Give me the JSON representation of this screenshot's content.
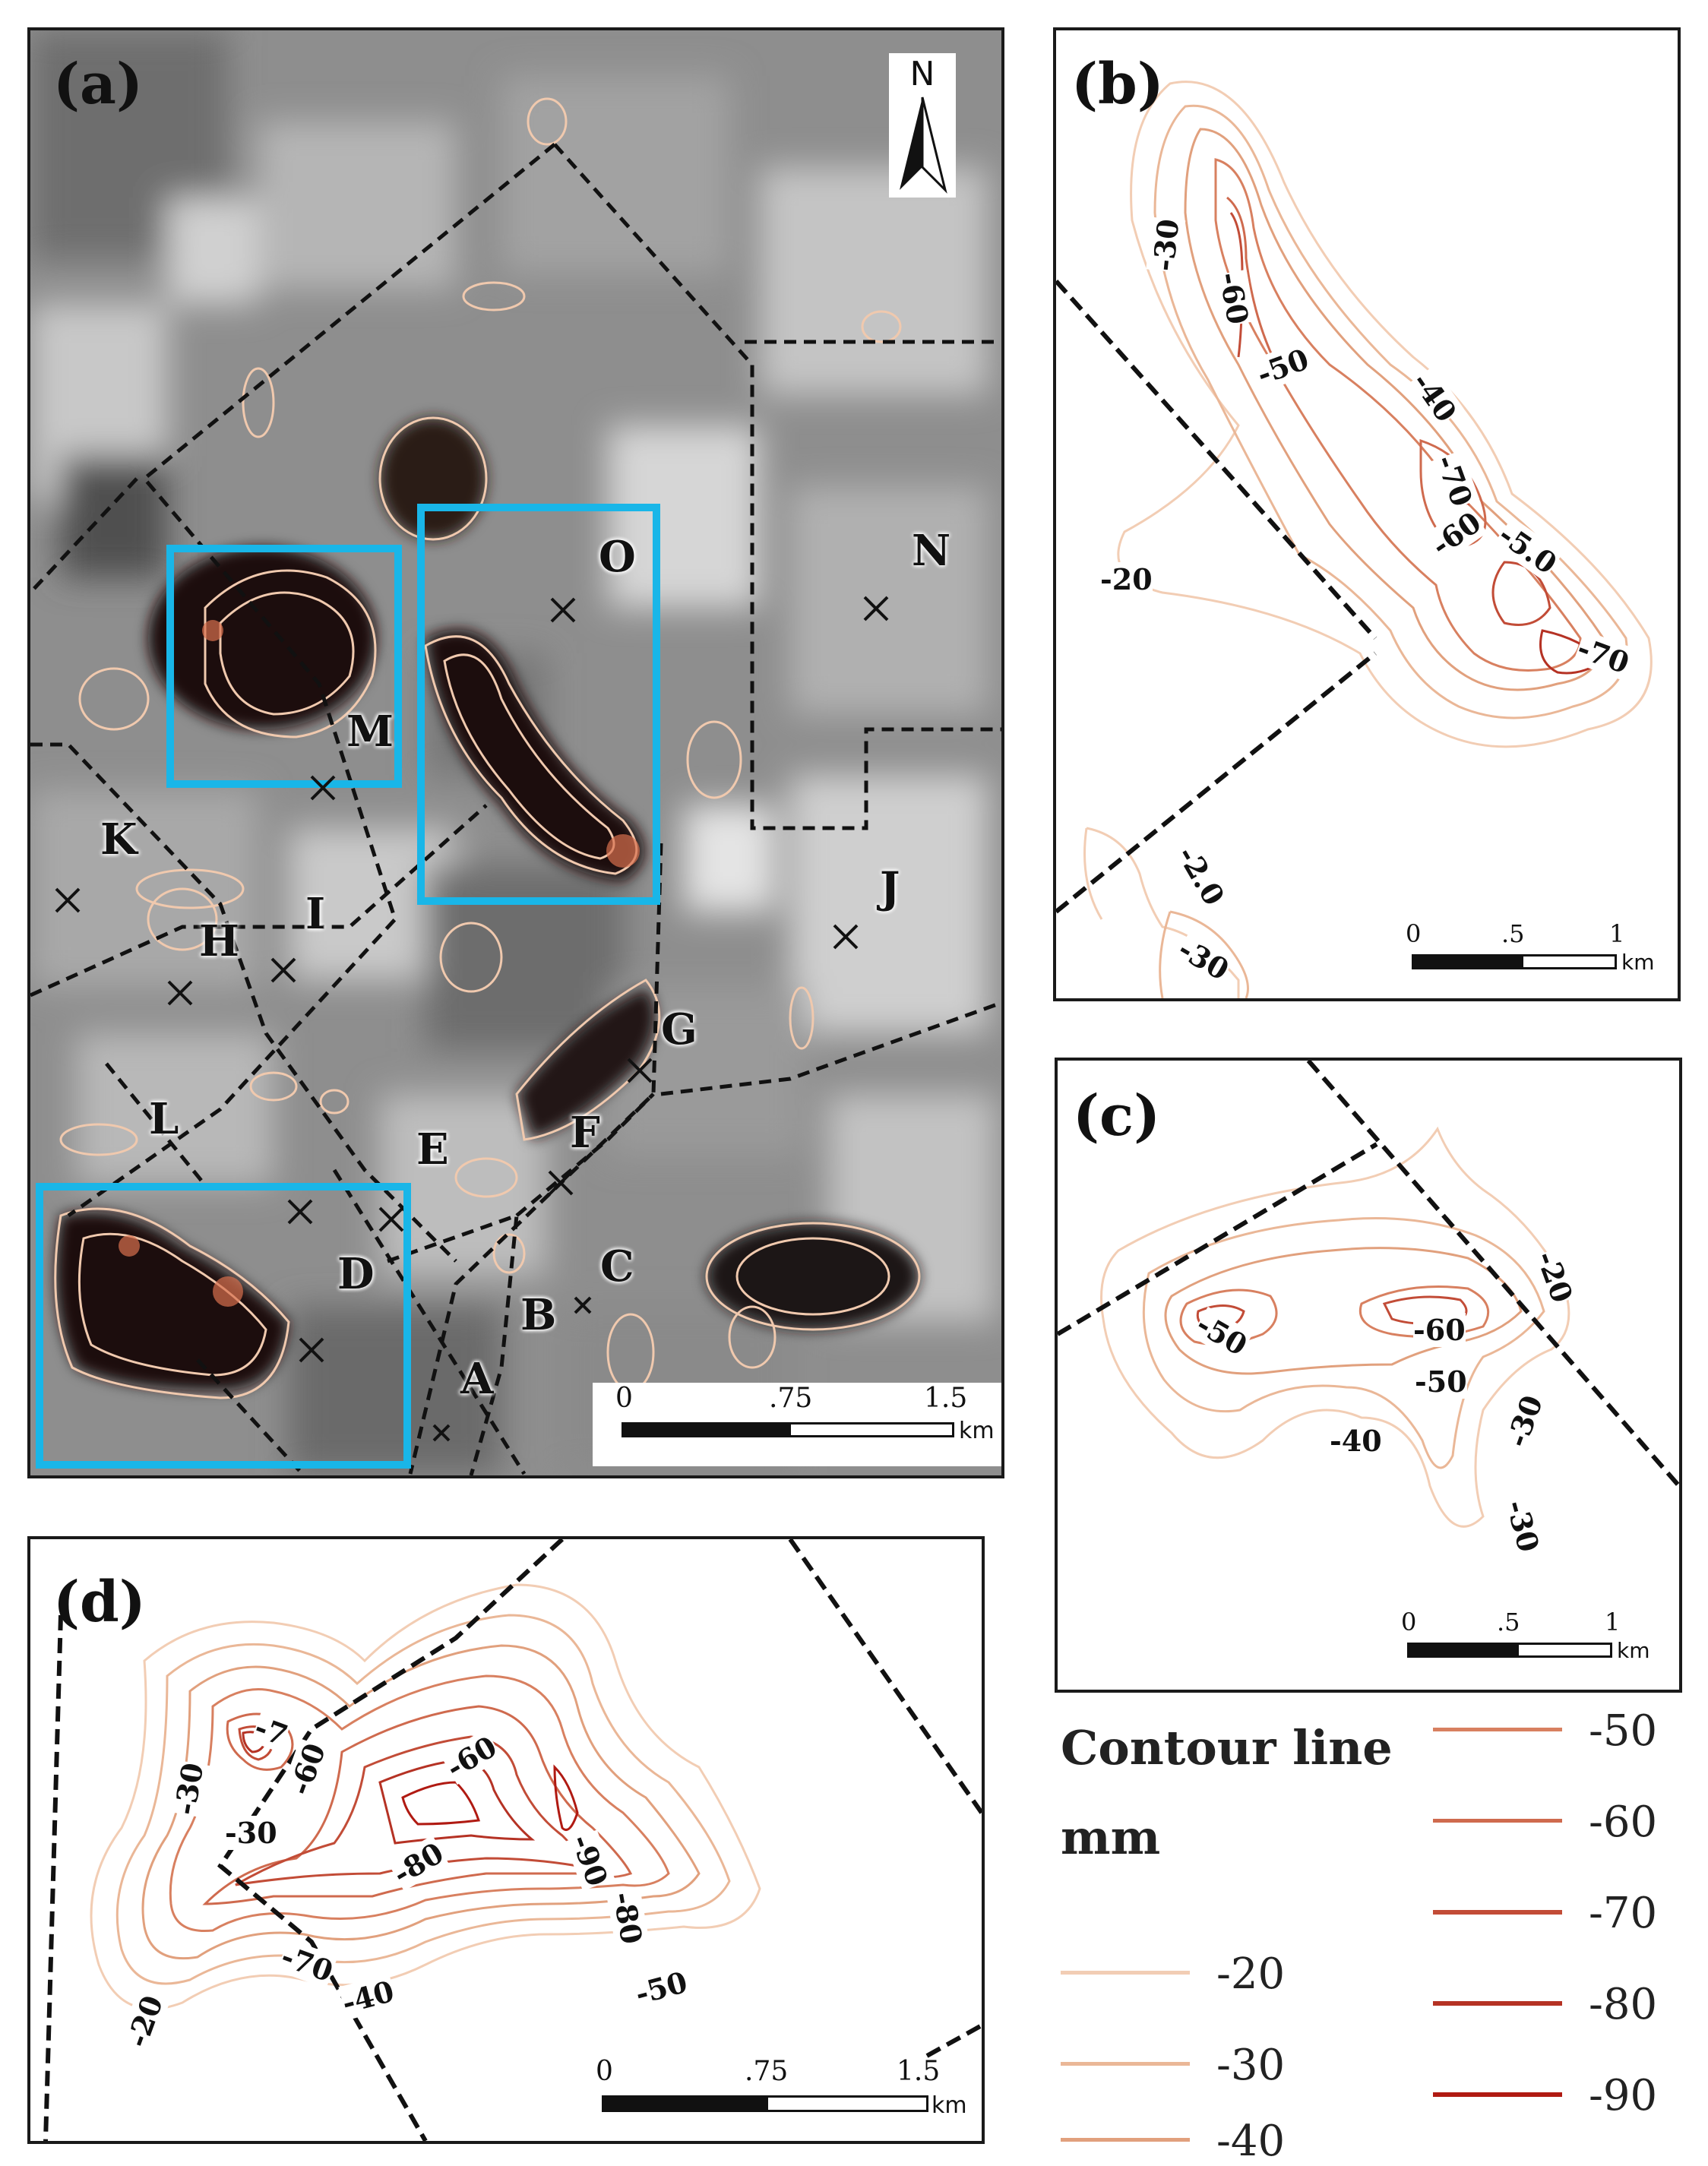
{
  "panels": {
    "a": {
      "label": "(a)",
      "north_label": "N",
      "points": [
        "A",
        "B",
        "C",
        "D",
        "E",
        "F",
        "G",
        "H",
        "I",
        "J",
        "K",
        "L",
        "M",
        "N",
        "O"
      ],
      "scale": {
        "ticks": [
          "0",
          ".75",
          "1.5"
        ],
        "unit": "km"
      }
    },
    "b": {
      "label": "(b)",
      "contour_labels": [
        "-30",
        "-60",
        "-50",
        "-40",
        "-70",
        "-60",
        "-5.0",
        "-70",
        "-20",
        "-2.0",
        "-30"
      ],
      "scale": {
        "ticks": [
          "0",
          ".5",
          "1"
        ],
        "unit": "km"
      }
    },
    "c": {
      "label": "(c)",
      "contour_labels": [
        "-50",
        "-60",
        "-20",
        "-50",
        "-40",
        "-30",
        "-30"
      ],
      "scale": {
        "ticks": [
          "0",
          ".5",
          "1"
        ],
        "unit": "km"
      }
    },
    "d": {
      "label": "(d)",
      "contour_labels": [
        "-7",
        "-60",
        "-30",
        "-30",
        "-60",
        "-80",
        "-90",
        "-80",
        "-70",
        "-40",
        "-50",
        "-20"
      ],
      "scale": {
        "ticks": [
          "0",
          ".75",
          "1.5"
        ],
        "unit": "km"
      }
    }
  },
  "legend": {
    "title": "Contour line",
    "unit": "mm",
    "items": [
      {
        "value": "-20",
        "color": "#f2cdb4"
      },
      {
        "value": "-30",
        "color": "#eab797"
      },
      {
        "value": "-40",
        "color": "#e1a07d"
      },
      {
        "value": "-50",
        "color": "#d88060"
      },
      {
        "value": "-60",
        "color": "#cf6a4e"
      },
      {
        "value": "-70",
        "color": "#c24c37"
      },
      {
        "value": "-80",
        "color": "#b53224"
      },
      {
        "value": "-90",
        "color": "#b01a12"
      }
    ]
  },
  "colors": {
    "box": "#19b6e8",
    "fault": "#111111"
  }
}
